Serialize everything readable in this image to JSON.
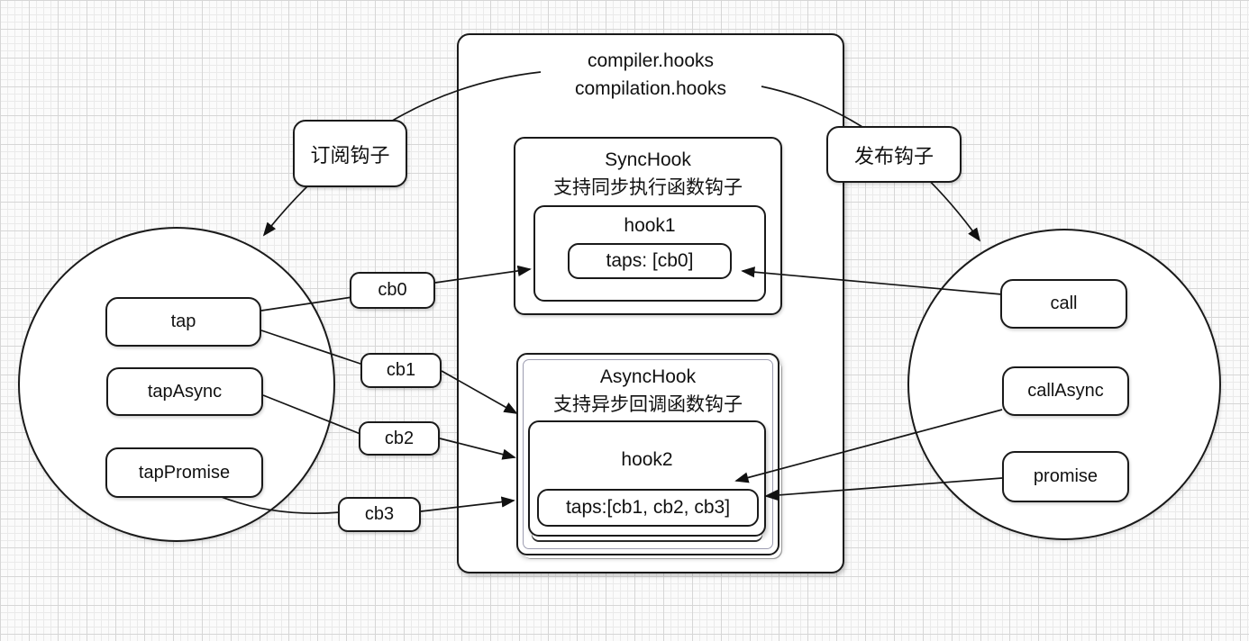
{
  "diagram": {
    "container": {
      "title_line1": "compiler.hooks",
      "title_line2": "compilation.hooks"
    },
    "sync_hook": {
      "title": "SyncHook",
      "subtitle": "支持同步执行函数钩子",
      "hook_name": "hook1",
      "taps": "taps: [cb0]"
    },
    "async_hook": {
      "title": "AsyncHook",
      "subtitle": "支持异步回调函数钩子",
      "hook_name": "hook2",
      "taps": "taps:[cb1, cb2, cb3]"
    },
    "subscribe_label": "订阅钩子",
    "publish_label": "发布钩子",
    "tap_methods": [
      "tap",
      "tapAsync",
      "tapPromise"
    ],
    "call_methods": [
      "call",
      "callAsync",
      "promise"
    ],
    "callbacks": [
      "cb0",
      "cb1",
      "cb2",
      "cb3"
    ],
    "colors": {
      "stroke": "#1a1a1a",
      "inner_frame": "#9c9cb0",
      "fill": "#ffffff",
      "grid_minor": "#eaeaea",
      "grid_major": "#d6d6d6",
      "background": "#fbfbfb"
    }
  }
}
